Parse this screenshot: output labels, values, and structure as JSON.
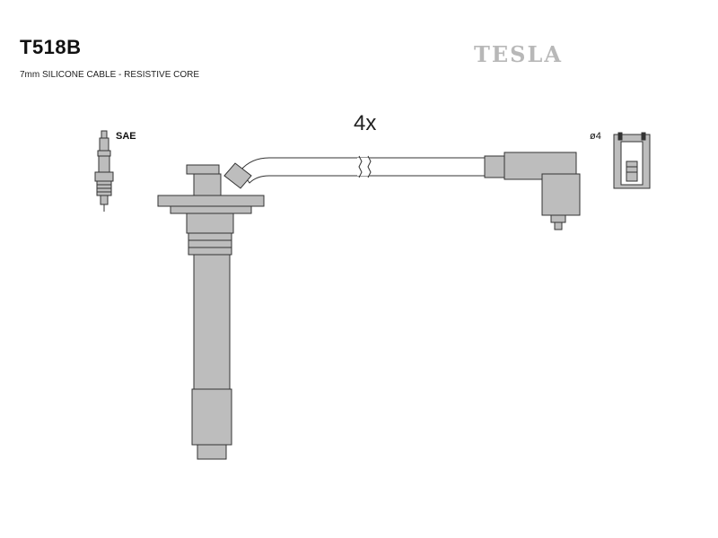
{
  "header": {
    "model": "T518B",
    "subtitle": "7mm SILICONE CABLE - RESISTIVE CORE",
    "brand": "TESLA"
  },
  "diagram": {
    "quantity_label": "4x",
    "spark_plug_label": "SAE",
    "terminal_label": "ø4"
  }
}
